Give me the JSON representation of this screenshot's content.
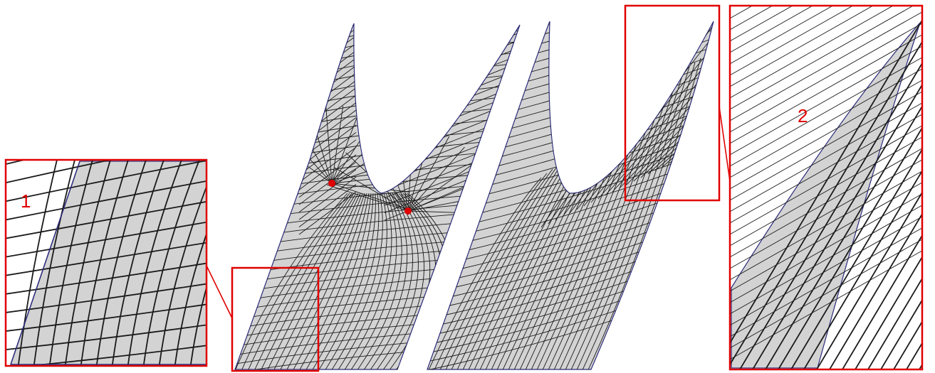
{
  "figure": {
    "callouts": [
      {
        "id": "1",
        "label": "1"
      },
      {
        "id": "2",
        "label": "2"
      }
    ],
    "colors": {
      "mesh_fill": "#d3d3d3",
      "mesh_line": "#1a1a1a",
      "boundary": "#2b2b7a",
      "highlight": "#e00000",
      "background": "#ffffff"
    },
    "meshes": [
      {
        "id": "mesh-left",
        "singular_points": 2
      },
      {
        "id": "mesh-right",
        "singular_points": 0
      }
    ]
  }
}
